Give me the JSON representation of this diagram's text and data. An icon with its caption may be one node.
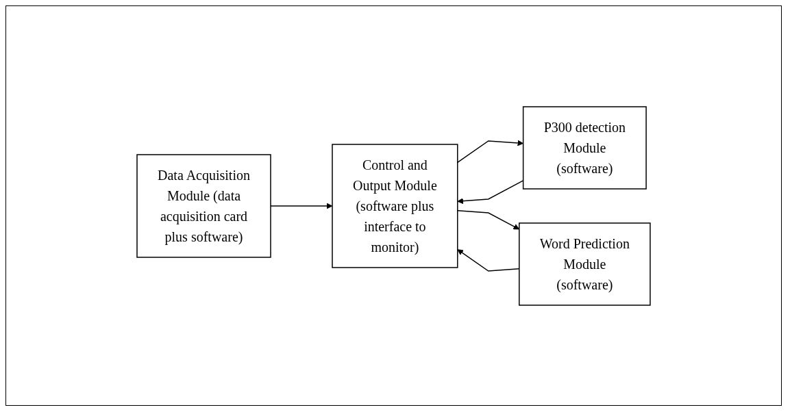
{
  "diagram": {
    "nodes": [
      {
        "text": [
          "Data Acquisition Module (data acquisition card plus software)"
        ]
      },
      {
        "text": [
          "Control and Output Module (software plus interface to monitor)"
        ]
      },
      {
        "text": [
          "P300 detection Module (software)"
        ]
      },
      {
        "text": [
          "Word Prediction Module (software)"
        ]
      }
    ],
    "edges": [
      {
        "from": 0,
        "to": 1,
        "arrow": "to"
      },
      {
        "from": 1,
        "to": 2,
        "arrow": "to"
      },
      {
        "from": 2,
        "to": 1,
        "arrow": "to"
      },
      {
        "from": 1,
        "to": 3,
        "arrow": "to"
      },
      {
        "from": 3,
        "to": 1,
        "arrow": "to"
      }
    ]
  }
}
